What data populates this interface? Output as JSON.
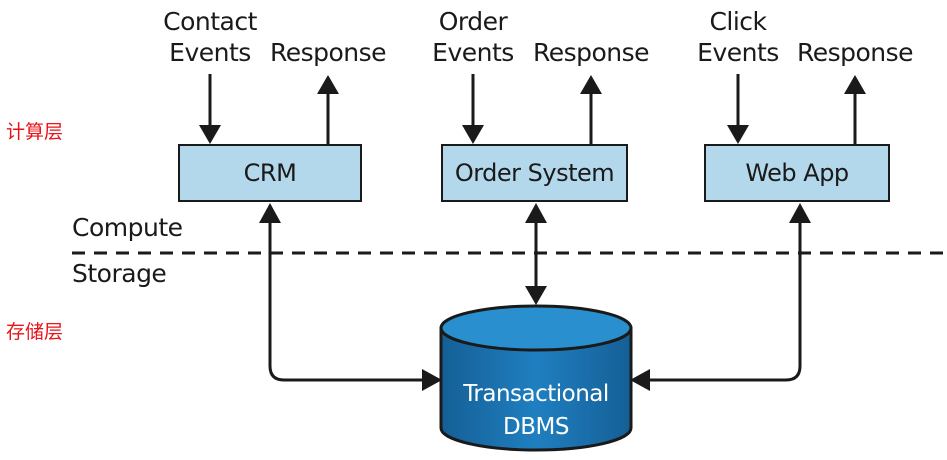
{
  "side_labels": {
    "compute_cn": "计算层",
    "storage_cn": "存储层"
  },
  "layer_labels": {
    "compute": "Compute",
    "storage": "Storage"
  },
  "systems": [
    {
      "name": "CRM",
      "events_line1": "Contact",
      "events_line2": "Events",
      "response": "Response"
    },
    {
      "name": "Order System",
      "events_line1": "Order",
      "events_line2": "Events",
      "response": "Response"
    },
    {
      "name": "Web App",
      "events_line1": "Click",
      "events_line2": "Events",
      "response": "Response"
    }
  ],
  "database": {
    "line1": "Transactional",
    "line2": "DBMS"
  },
  "colors": {
    "box_fill": "#b4d8eb",
    "db_fill": "#1b76b3",
    "db_top": "#2f94d2",
    "cn_label": "#e8141a",
    "line": "#1a1a1a"
  }
}
